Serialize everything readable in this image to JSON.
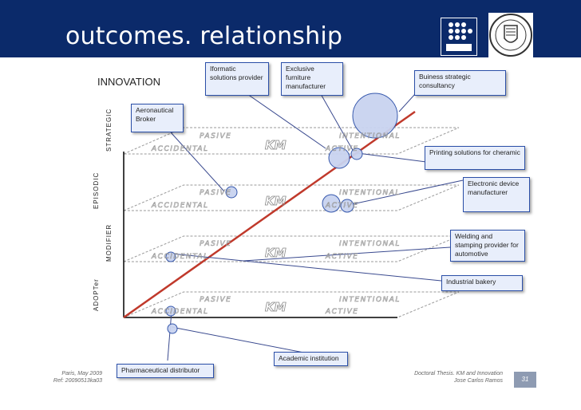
{
  "header": {
    "title": "outcomes. relationship"
  },
  "axes": {
    "innovation": "INNOVATION",
    "strategic": "STRATEGIC",
    "episodic": "EPISODIC",
    "modifier": "MODIFIER",
    "adopter": "ADOPTer"
  },
  "plane_labels": {
    "pasive": "PASIVE",
    "intentional": "INTENTIONAL",
    "km": "KM",
    "accidental": "ACCIDENTAL",
    "active": "ACTIVE"
  },
  "callouts": {
    "iformatic": "Iformatic solutions provider",
    "exclusive": "Exclusive furniture manufacturer",
    "buiness": "Buiness strategic consultancy",
    "aeronautical": "Aeronautical Broker",
    "printing": "Printing solutions for cheramic",
    "electronic": "Electronic device manufacturer",
    "welding": "Welding and stamping provider for automotive",
    "bakery": "Industrial bakery",
    "academic": "Academic institution",
    "pharma": "Pharmaceutical distributor"
  },
  "footer": {
    "left_line1": "Paris, May 2009",
    "left_line2": "Ref: 20090513ka03",
    "right_line1": "Doctoral Thesis. KM and Innovation",
    "right_line2": "Jose Carlos Ramos",
    "page_number": "31"
  }
}
